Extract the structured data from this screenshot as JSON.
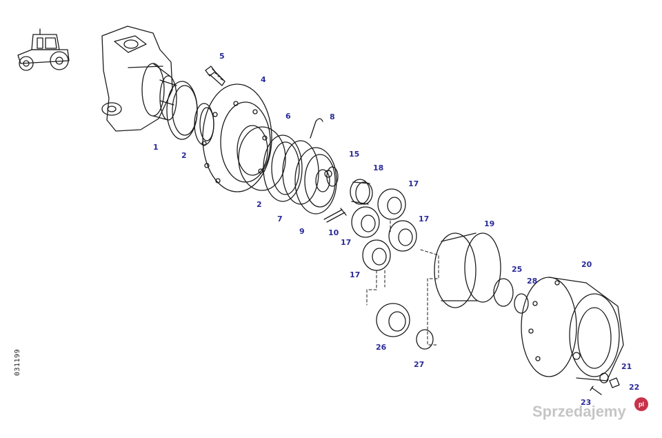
{
  "document_number": "031199",
  "watermark": {
    "brand": "Sprzedajemy",
    "badge": "pl"
  },
  "colors": {
    "callout": "#2a2a9a",
    "line": "#1a1a1a"
  },
  "callouts": [
    "5",
    "4",
    "1",
    "2",
    "6",
    "8",
    "15",
    "18",
    "17",
    "2",
    "7",
    "10",
    "9",
    "17",
    "17",
    "17",
    "19",
    "25",
    "28",
    "20",
    "26",
    "27",
    "21",
    "22",
    "23"
  ]
}
